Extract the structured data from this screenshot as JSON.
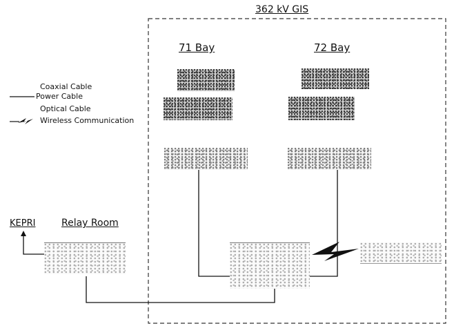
{
  "gis_title": "362 kV GIS",
  "bays": [
    {
      "label": "71 Bay"
    },
    {
      "label": "72 Bay"
    }
  ],
  "legend": [
    {
      "label": "Coaxial Cable",
      "line": "none"
    },
    {
      "label": "Power Cable",
      "line": "solid"
    },
    {
      "label": "Optical Cable",
      "line": "none"
    },
    {
      "label": "Wireless Communication",
      "line": "wireless"
    }
  ],
  "kepri_label": "KEPRI",
  "relay_room_label": "Relay Room",
  "colors": {
    "line": "#111111",
    "dashed": "#333333"
  }
}
